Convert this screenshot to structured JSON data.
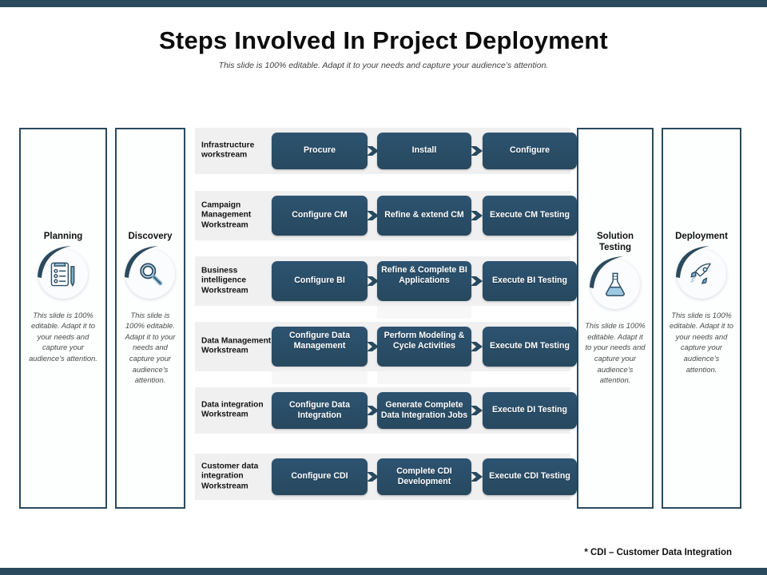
{
  "header": {
    "title": "Steps Involved  In Project Deployment",
    "subtitle": "This slide is 100% editable. Adapt it to your needs and capture your audience’s attention."
  },
  "theme": {
    "bar_color": "#2b4a5e",
    "box_fill": "#27506b",
    "row_strip": "#f0f0f0",
    "box_text": "#ffffff",
    "panel_border": "#2b4a5e",
    "icon_accent": "#7fa9c6"
  },
  "phases": [
    {
      "label": "Planning",
      "icon": "clipboard-checklist-icon",
      "text": "This slide is 100% editable. Adapt it to your needs and capture your audience’s attention."
    },
    {
      "label": "Discovery",
      "icon": "magnifying-glass-icon",
      "text": "This slide is 100% editable. Adapt it to your needs and capture your audience’s attention."
    },
    {
      "label": "Solution Testing",
      "icon": "flask-icon",
      "text": "This slide is 100% editable. Adapt it to your needs and capture your audience’s attention."
    },
    {
      "label": "Deployment",
      "icon": "rocket-icon",
      "text": "This slide is 100% editable. Adapt it to your needs and capture your audience’s attention."
    }
  ],
  "workstreams": [
    {
      "label": "Infrastructure workstream",
      "steps": [
        {
          "label": "Procure",
          "overflow": false
        },
        {
          "label": "Install",
          "overflow": false
        },
        {
          "label": "Configure",
          "overflow": false
        }
      ]
    },
    {
      "label": "Campaign Management Workstream",
      "steps": [
        {
          "label": "Configure CM",
          "overflow": false
        },
        {
          "label": "Refine & extend CM",
          "overflow": false
        },
        {
          "label": "Execute CM Testing",
          "overflow": false
        }
      ]
    },
    {
      "label": "Business intelligence Workstream",
      "steps": [
        {
          "label": "Configure  BI",
          "overflow": false
        },
        {
          "label": "Refine & Complete BI Applications",
          "overflow": true
        },
        {
          "label": "Execute BI Testing",
          "overflow": false
        }
      ]
    },
    {
      "label": "Data Management Workstream",
      "steps": [
        {
          "label": "Configure Data Management",
          "overflow": true
        },
        {
          "label": "Perform Modeling & Cycle Activities",
          "overflow": true
        },
        {
          "label": "Execute DM Testing",
          "overflow": false
        }
      ]
    },
    {
      "label": "Data integration Workstream",
      "steps": [
        {
          "label": "Configure  Data Integration",
          "overflow": false
        },
        {
          "label": "Generate Complete Data Integration Jobs",
          "overflow": false
        },
        {
          "label": "Execute DI Testing",
          "overflow": false
        }
      ]
    },
    {
      "label": "Customer data integration Workstream",
      "steps": [
        {
          "label": "Configure CDI",
          "overflow": false
        },
        {
          "label": "Complete CDI Development",
          "overflow": false
        },
        {
          "label": "Execute CDI Testing",
          "overflow": false
        }
      ]
    }
  ],
  "footnote": "* CDI – Customer Data Integration"
}
